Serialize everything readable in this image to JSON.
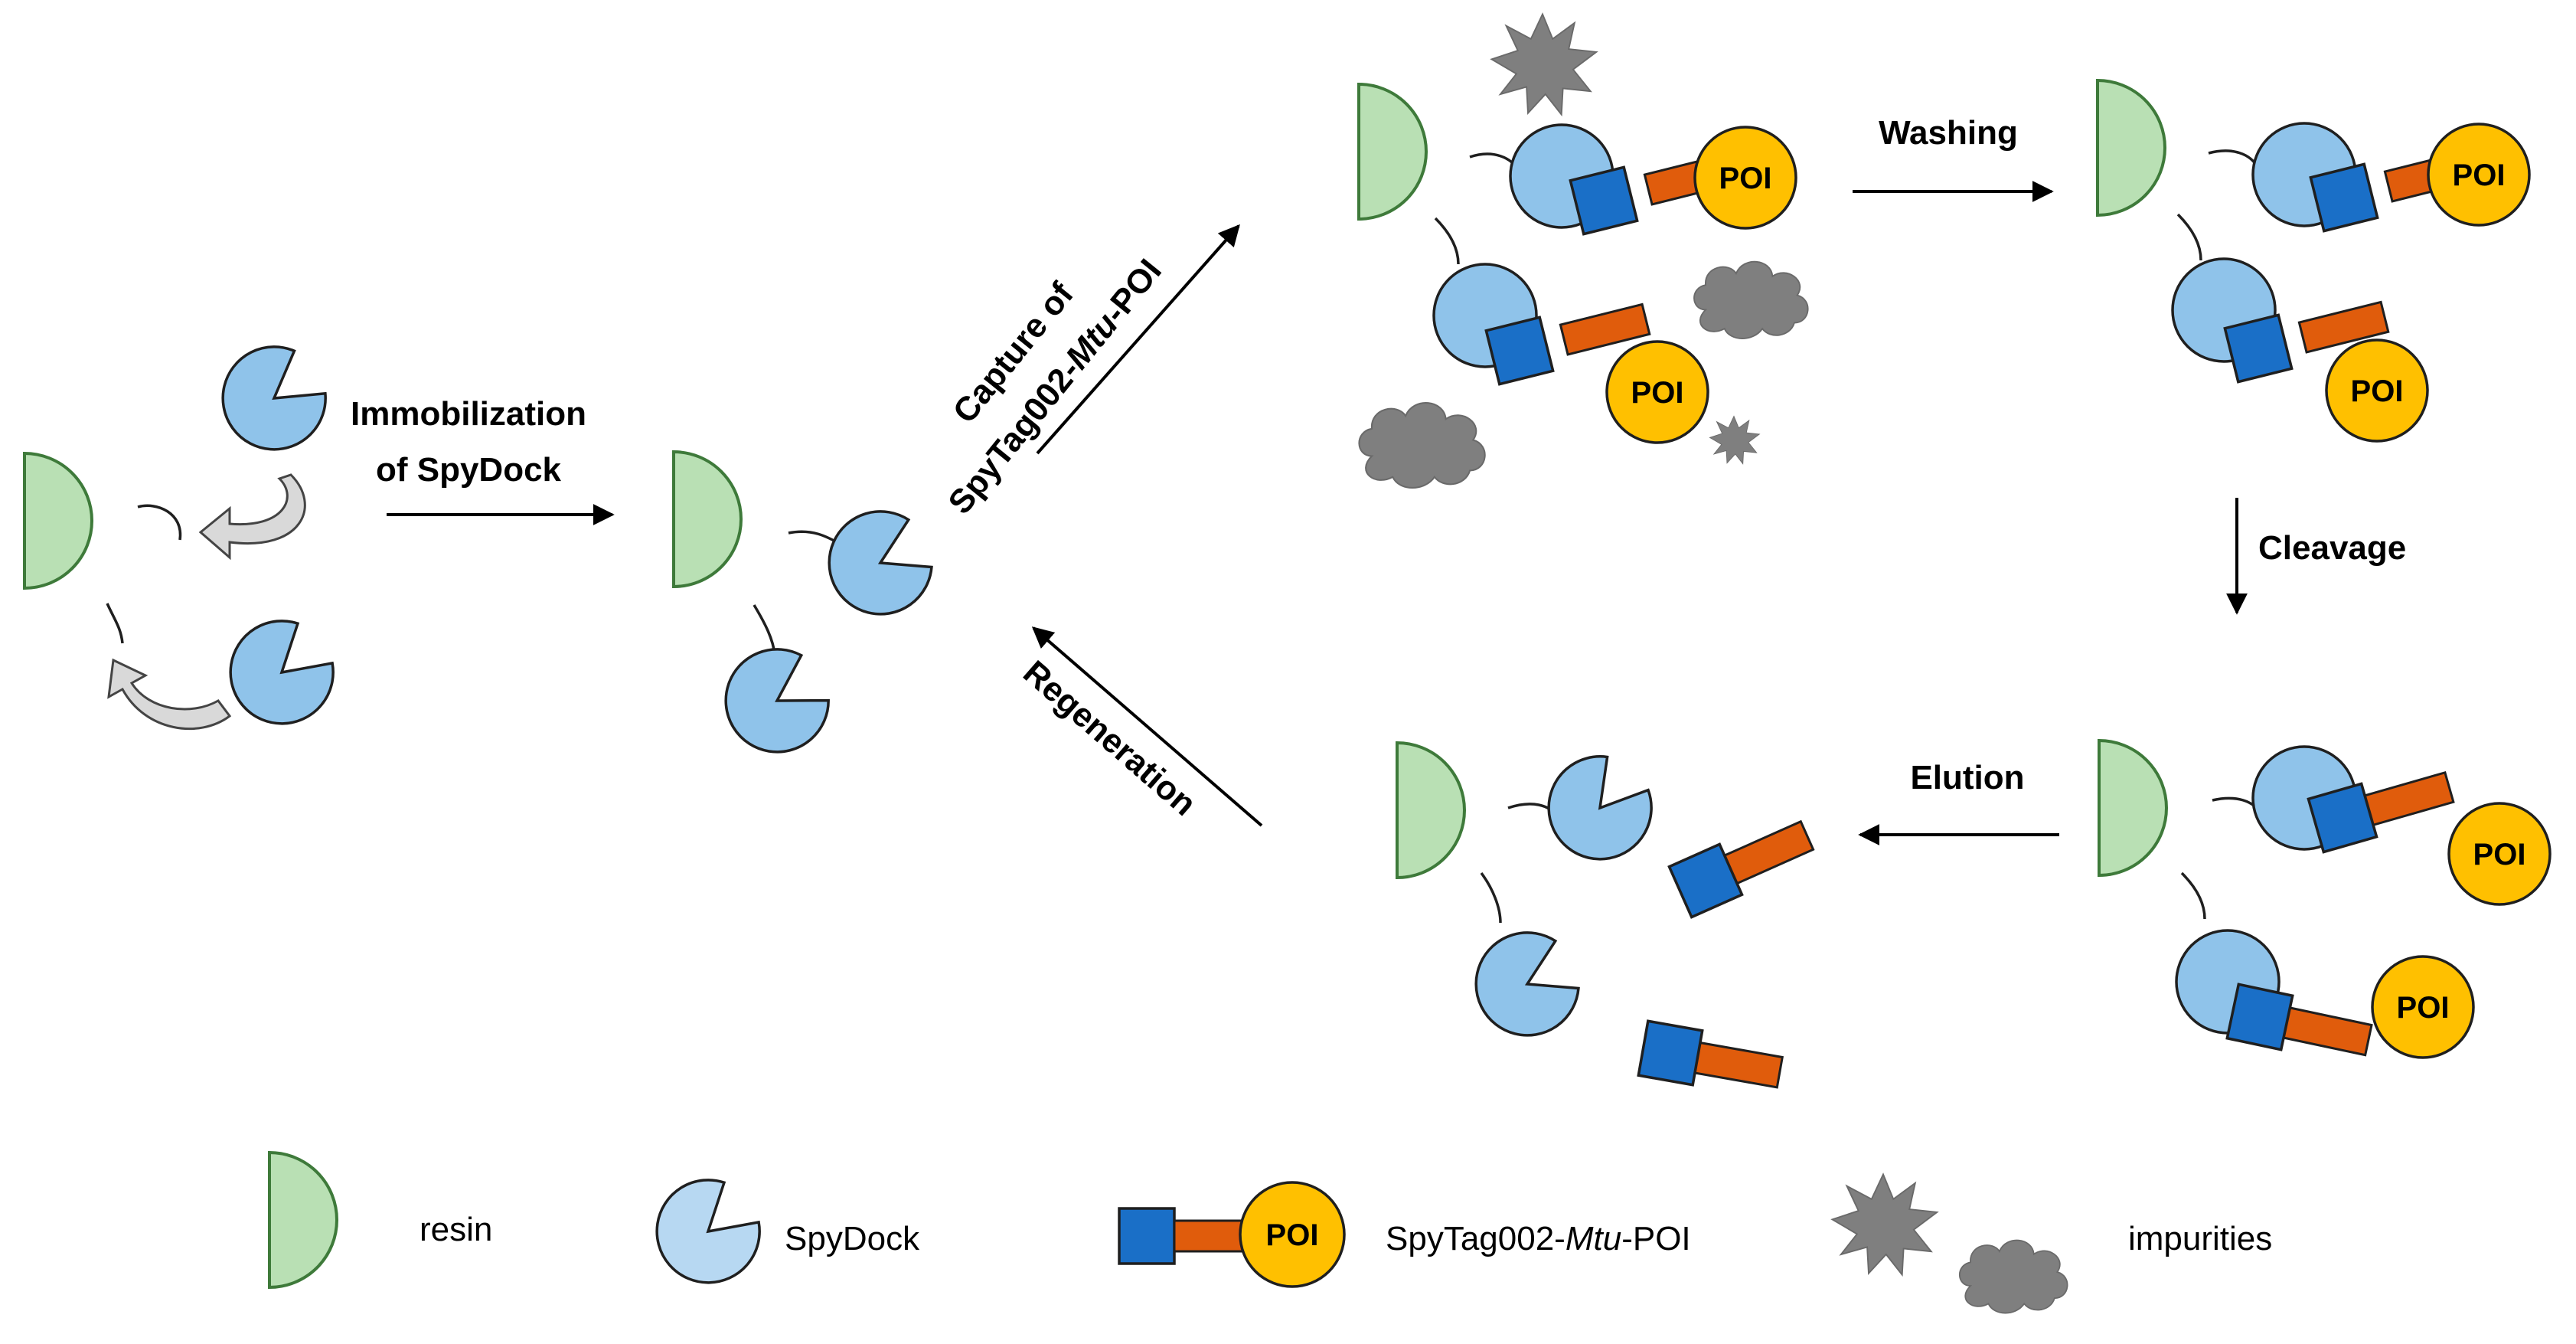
{
  "steps": {
    "immobilization_line1": "Immobilization",
    "immobilization_line2": "of SpyDock",
    "capture_line1": "Capture of",
    "capture_line2_a": "SpyTag002-",
    "capture_line2_b": "Mtu",
    "capture_line2_c": "-POI",
    "washing": "Washing",
    "cleavage": "Cleavage",
    "elution": "Elution",
    "regeneration": "Regeneration"
  },
  "poi_label": "POI",
  "legend": {
    "resin": "resin",
    "spydock": "SpyDock",
    "tag_a": "SpyTag002-",
    "tag_b": "Mtu",
    "tag_c": "-POI",
    "impurities": "impurities"
  },
  "colors": {
    "resin_fill": "#b9e0b4",
    "resin_stroke": "#3e7a3a",
    "spydock_fill": "#8fc3ea",
    "spydock_legend_fill": "#b7d8f2",
    "spytag_blue": "#1a6fc7",
    "mtu_orange": "#e05c0c",
    "poi_yellow": "#ffc000",
    "impurity_gray": "#7f7f7f"
  },
  "icons": [
    "resin-shape",
    "spydock-pacman",
    "spytag-square",
    "mtu-linker",
    "poi-circle",
    "impurity-star",
    "impurity-cloud",
    "curved-arrow",
    "step-arrow"
  ]
}
